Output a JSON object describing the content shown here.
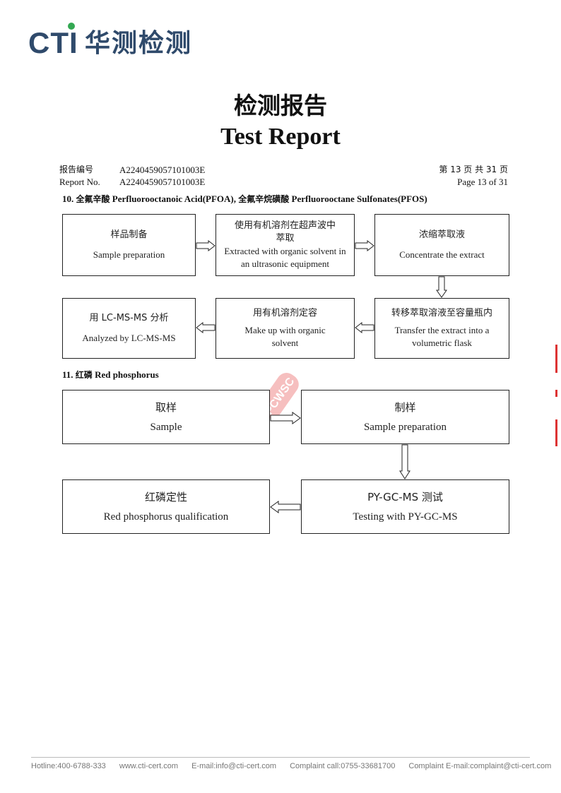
{
  "header": {
    "logo_text": "CTI",
    "logo_cn": "华测检测",
    "brand_color": "#2f4a6b",
    "accent_color": "#33a852"
  },
  "title": {
    "cn": "检测报告",
    "en": "Test Report"
  },
  "report": {
    "no_label_cn": "报告编号",
    "no_label_en": "Report No.",
    "no_value": "A2240459057101003E",
    "page_cn": "第 13 页  共 31 页",
    "page_en": "Page 13 of 31"
  },
  "section10": {
    "heading_num": "10.",
    "heading_cn1": "全氟辛酸",
    "heading_en1": "Perfluorooctanoic Acid(PFOA),",
    "heading_cn2": "全氟辛烷磺酸",
    "heading_en2": "Perfluorooctane Sulfonates(PFOS)",
    "steps": [
      {
        "cn": "样品制备",
        "en": "Sample preparation"
      },
      {
        "cn": "使用有机溶剂在超声波中萃取",
        "en": "Extracted with organic solvent in an ultrasonic equipment"
      },
      {
        "cn": "浓缩萃取液",
        "en": "Concentrate the extract"
      },
      {
        "cn": "转移萃取溶液至容量瓶内",
        "en": "Transfer the extract into a volumetric flask"
      },
      {
        "cn": "用有机溶剂定容",
        "en": "Make up with organic solvent"
      },
      {
        "cn": "用 LC-MS-MS 分析",
        "en": "Analyzed by LC-MS-MS"
      }
    ]
  },
  "section11": {
    "heading_num": "11.",
    "heading_cn": "红磷",
    "heading_en": "Red phosphorus",
    "steps": [
      {
        "cn": "取样",
        "en": "Sample"
      },
      {
        "cn": "制样",
        "en": "Sample preparation"
      },
      {
        "cn": "PY-GC-MS 测试",
        "en": "Testing with PY-GC-MS"
      },
      {
        "cn": "红磷定性",
        "en": "Red phosphorus qualification"
      }
    ]
  },
  "stamp": {
    "text": "PCWSC",
    "color": "#e84a4a"
  },
  "footer": {
    "hotline": "Hotline:400-6788-333",
    "web": "www.cti-cert.com",
    "email": "E-mail:info@cti-cert.com",
    "complaint_call": "Complaint call:0755-33681700",
    "complaint_email": "Complaint E-mail:complaint@cti-cert.com"
  }
}
